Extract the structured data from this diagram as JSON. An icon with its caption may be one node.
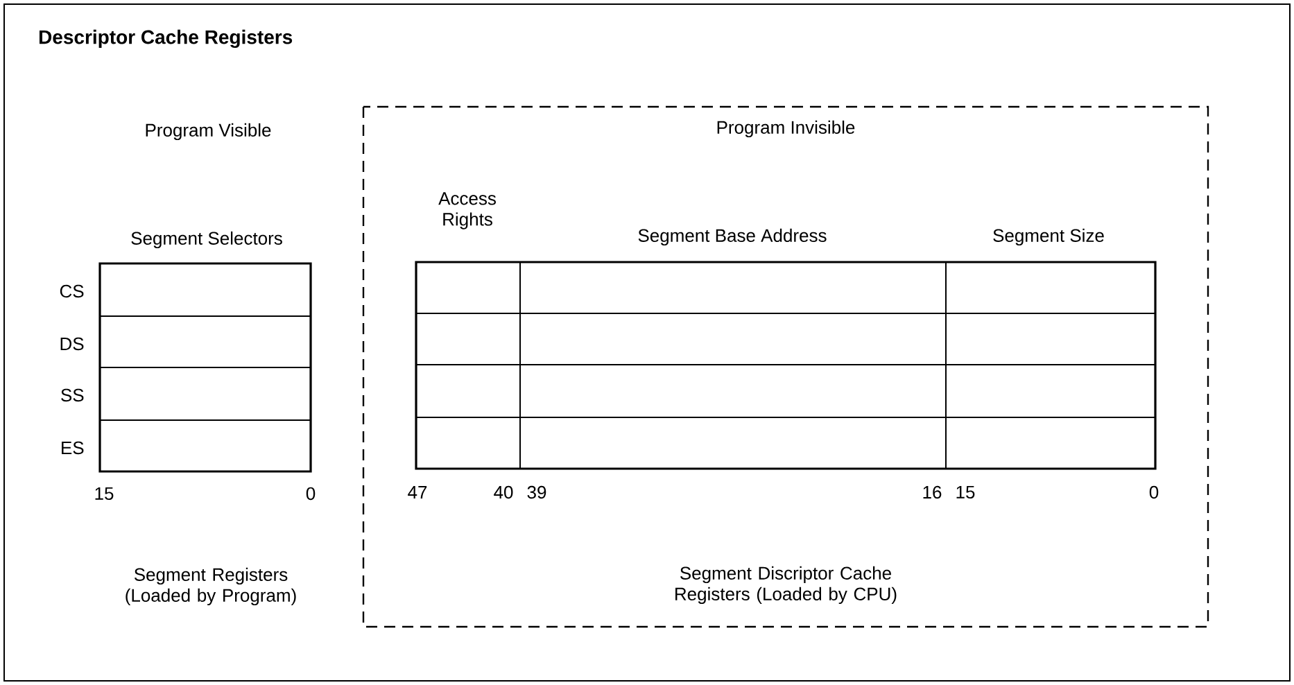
{
  "diagram": {
    "title": "Descriptor Cache Registers",
    "nodes": [
      {
        "text": [
          "Program Invisible",
          "Segment Discriptor Cache Registers (Loaded by CPU)"
        ]
      }
    ],
    "labels": [
      "Program Visible",
      "Segment Selectors",
      "CS",
      "DS",
      "SS",
      "ES",
      "15",
      "0",
      "Segment Registers (Loaded by Program)",
      "Access Rights",
      "Segment Base Address",
      "Segment Size",
      "47",
      "40",
      "39",
      "16",
      "15",
      "0"
    ]
  }
}
